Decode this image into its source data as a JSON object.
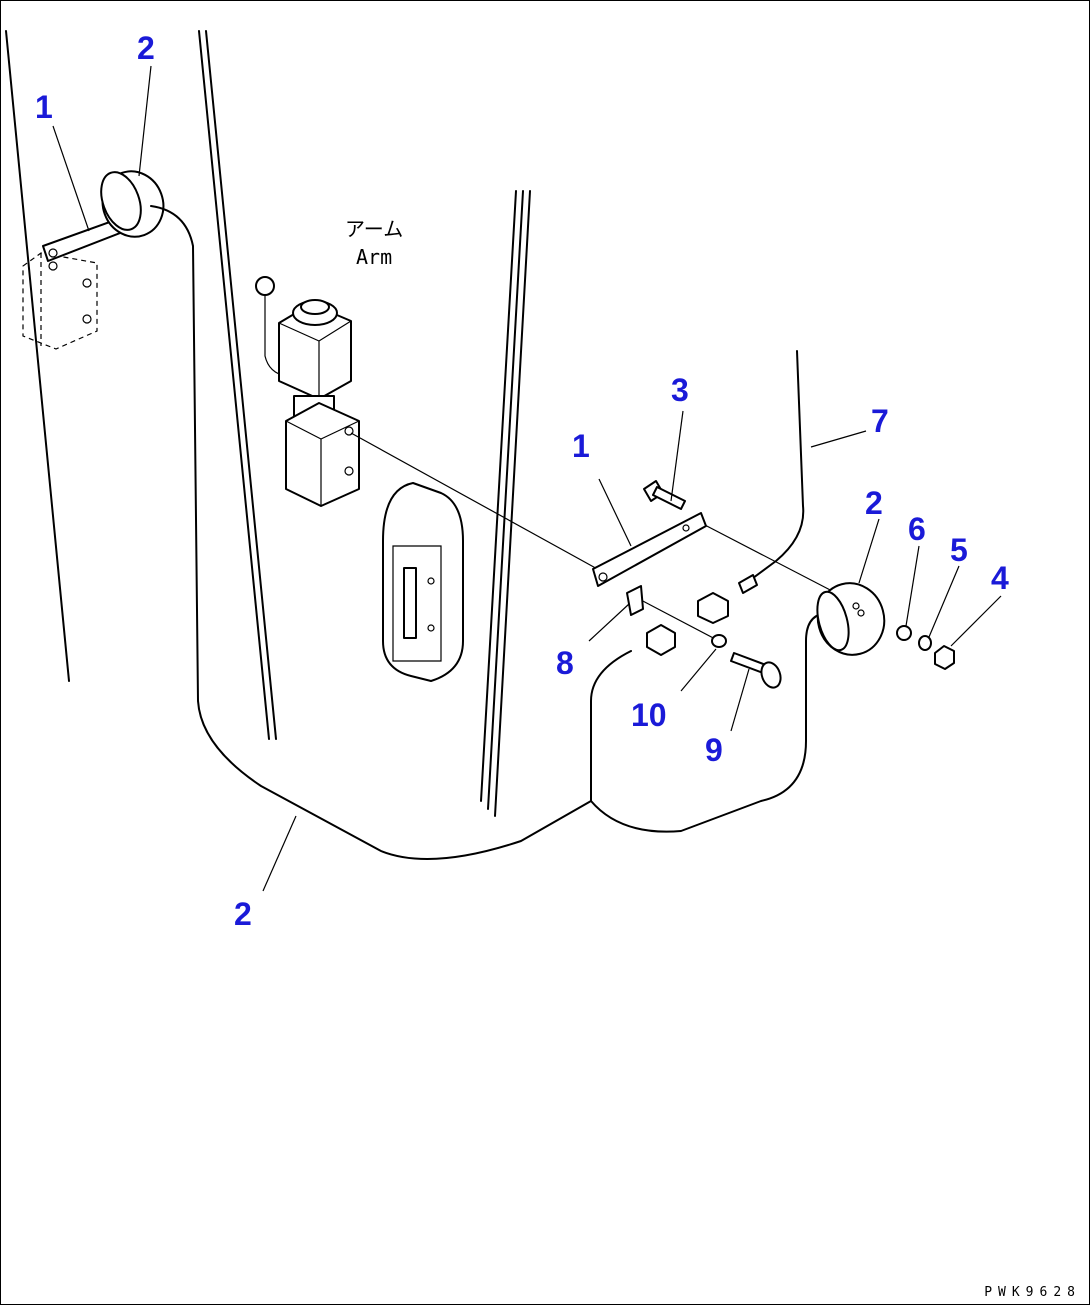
{
  "diagram": {
    "arm_label_jp": "アーム",
    "arm_label_en": "Arm",
    "drawing_number": "PWK9628",
    "callouts": {
      "c1_top": "1",
      "c2_top": "2",
      "c3": "3",
      "c1_mid": "1",
      "c7": "7",
      "c2_right": "2",
      "c6": "6",
      "c5": "5",
      "c4": "4",
      "c8": "8",
      "c10": "10",
      "c9": "9",
      "c2_bottom": "2"
    }
  }
}
